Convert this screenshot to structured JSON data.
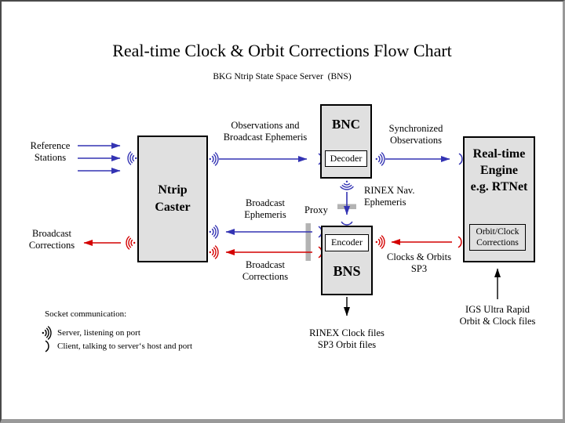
{
  "page": {
    "title": "Real-time Clock & Orbit Corrections Flow Chart",
    "subtitle": "BKG Ntrip State Space Server  (BNS)"
  },
  "colors": {
    "arrow_blue": "#3333b3",
    "arrow_red": "#d40000",
    "arrow_black": "#000000",
    "box_fill": "#e0e0e0",
    "subbox_fill": "#ffffff",
    "proxy_bar": "#b3b3b3",
    "frame_dark": "#4a4a4a",
    "frame_light": "#999999"
  },
  "nodes": {
    "ntrip_caster": {
      "label": "Ntrip\nCaster"
    },
    "bnc": {
      "label": "BNC",
      "sub": "Decoder"
    },
    "bns": {
      "label": "BNS",
      "sub": "Encoder"
    },
    "engine": {
      "label": "Real-time\nEngine\ne.g. RTNet",
      "sub": "Orbit/Clock\nCorrections"
    }
  },
  "labels": {
    "reference_stations": "Reference\nStations",
    "broadcast_corrections_out": "Broadcast\nCorrections",
    "observations_broadcast_ephemeris": "Observations and\nBroadcast Ephemeris",
    "synchronized_observations": "Synchronized\nObservations",
    "rinex_nav_ephemeris": "RINEX Nav.\nEphemeris",
    "proxy": "Proxy",
    "broadcast_ephemeris": "Broadcast\nEphemeris",
    "broadcast_corrections_in": "Broadcast\nCorrections",
    "clocks_orbits_sp3": "Clocks & Orbits\nSP3",
    "rinex_clock_files": "RINEX Clock files\nSP3 Orbit files",
    "igs_ultra_rapid": "IGS Ultra Rapid\nOrbit & Clock files"
  },
  "legend": {
    "title": "Socket communication:",
    "server": "Server, listening on port",
    "client": "Client, talking to server‘s host and port"
  }
}
